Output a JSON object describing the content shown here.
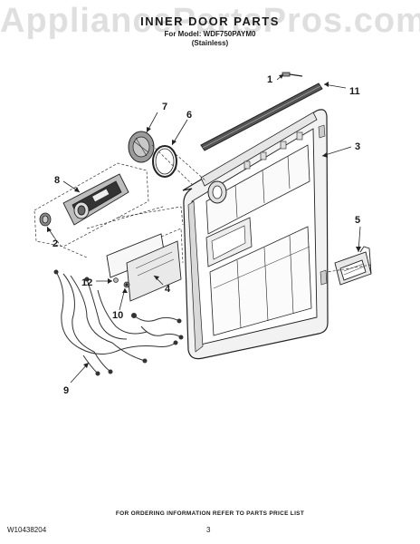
{
  "watermark": "AppliancePartsPros.com",
  "header": {
    "title": "INNER DOOR PARTS",
    "model_line": "For Model: WDF750PAYM0",
    "finish_line": "(Stainless)"
  },
  "callouts": [
    "1",
    "2",
    "3",
    "4",
    "5",
    "6",
    "7",
    "8",
    "9",
    "10",
    "11",
    "12"
  ],
  "footer": {
    "note": "FOR ORDERING INFORMATION REFER TO PARTS PRICE LIST",
    "doc_id": "W10438204",
    "page_number": "3"
  }
}
